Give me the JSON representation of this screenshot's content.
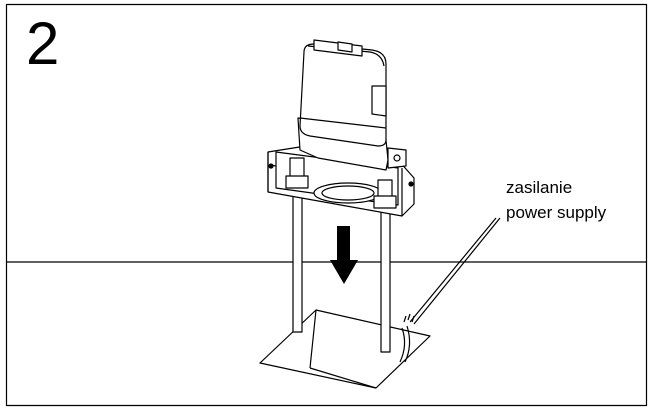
{
  "step": {
    "number": "2"
  },
  "callout": {
    "label_pl": "zasilanie",
    "label_en": "power supply"
  },
  "colors": {
    "stroke": "#000000",
    "background": "#ffffff",
    "arrow": "#000000"
  }
}
